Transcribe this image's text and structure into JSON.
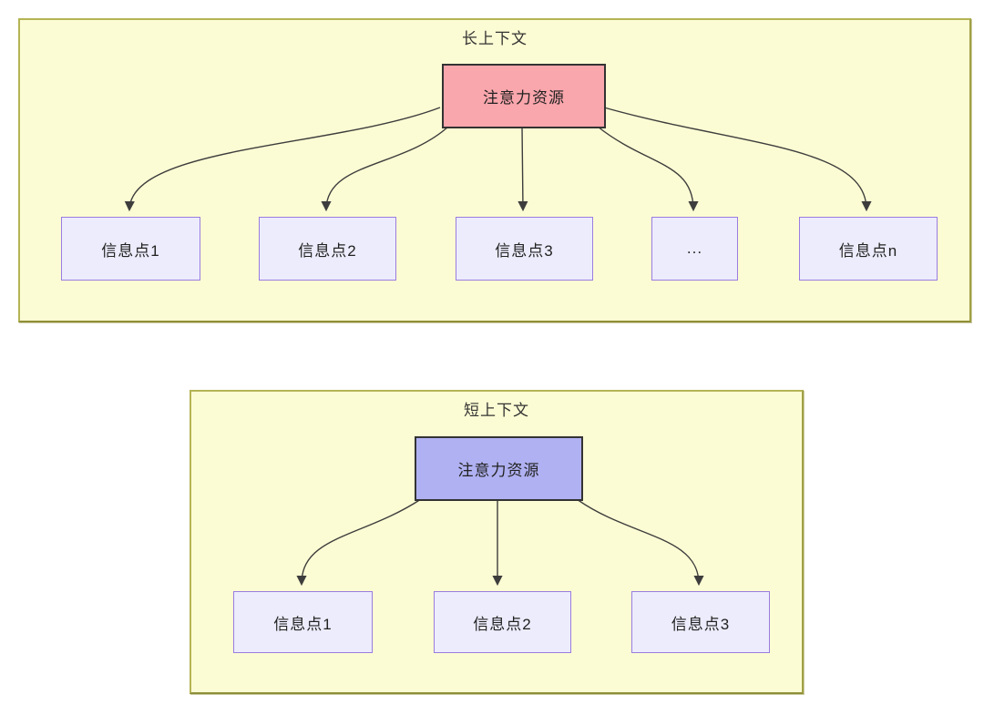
{
  "diagram": {
    "panels": [
      {
        "id": "long-context",
        "title": "长上下文",
        "source": {
          "label": "注意力资源",
          "fill": "#f9a6ac",
          "border": "#333333"
        },
        "targets": [
          {
            "label": "信息点1"
          },
          {
            "label": "信息点2"
          },
          {
            "label": "信息点3"
          },
          {
            "label": "..."
          },
          {
            "label": "信息点n"
          }
        ]
      },
      {
        "id": "short-context",
        "title": "短上下文",
        "source": {
          "label": "注意力资源",
          "fill": "#b0b1f2",
          "border": "#333333"
        },
        "targets": [
          {
            "label": "信息点1"
          },
          {
            "label": "信息点2"
          },
          {
            "label": "信息点3"
          }
        ]
      }
    ],
    "colors": {
      "panel_fill": "#fcfcd4",
      "panel_border": "#b4b455",
      "target_fill": "#ececfc",
      "target_border": "#9a7ce0",
      "arrow": "#3d3d3d",
      "text": "#222222"
    }
  }
}
